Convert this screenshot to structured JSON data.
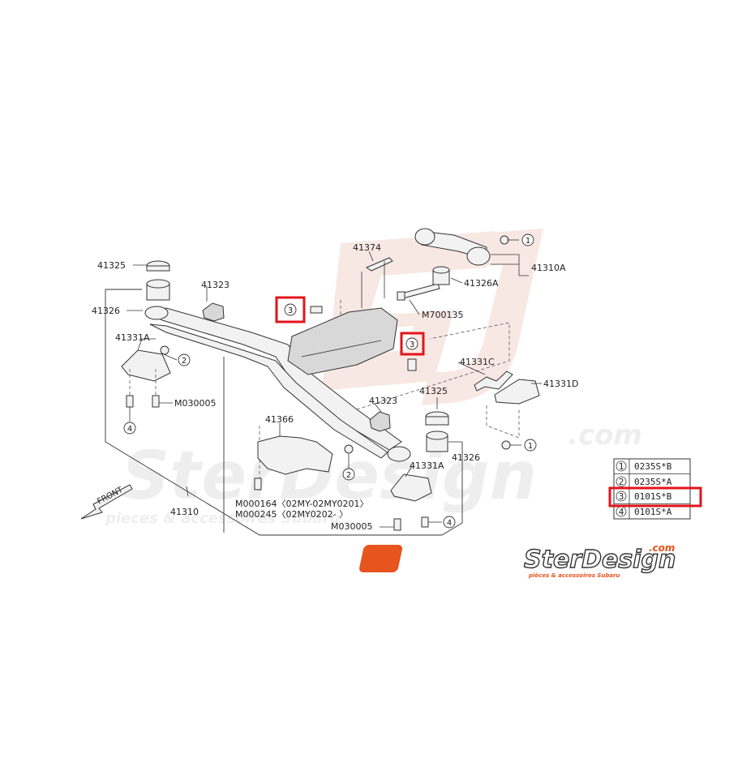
{
  "colors": {
    "highlight": "#e3141b",
    "watermark": "#f3d5cc",
    "logo_orange": "#e8541e",
    "logo_dark": "#333333"
  },
  "parts": {
    "p41325_a": "41325",
    "p41326_a": "41326",
    "p41323_a": "41323",
    "p41331A_a": "41331A",
    "m030005_a": "M030005",
    "p41374": "41374",
    "m700135": "M700135",
    "p41326A": "41326A",
    "p41310A": "41310A",
    "p41331C": "41331C",
    "p41331D": "41331D",
    "p41323_b": "41323",
    "p41325_b": "41325",
    "p41326_b": "41326",
    "p41331A_b": "41331A",
    "p41366": "41366",
    "m000164": "M000164〈02MY-02MY0201〉",
    "m000245": "M000245〈02MY0202-  〉",
    "m030005_b": "M030005",
    "p41310": "41310",
    "front": "FRONT"
  },
  "callouts": {
    "c1": "1",
    "c2": "2",
    "c3": "3",
    "c4": "4"
  },
  "legend": [
    {
      "num": "1",
      "code": "0235S*B"
    },
    {
      "num": "2",
      "code": "0235S*A"
    },
    {
      "num": "3",
      "code": "0101S*B"
    },
    {
      "num": "4",
      "code": "0101S*A"
    }
  ],
  "watermark": {
    "domain": ".com",
    "brand": "SterDesign",
    "tagline": "pieces & accessoires Subaru"
  },
  "logo": {
    "mark": "SJ",
    "brand": "SterDesign",
    "domain": ".com",
    "tagline": "pièces & accessoires Subaru"
  }
}
